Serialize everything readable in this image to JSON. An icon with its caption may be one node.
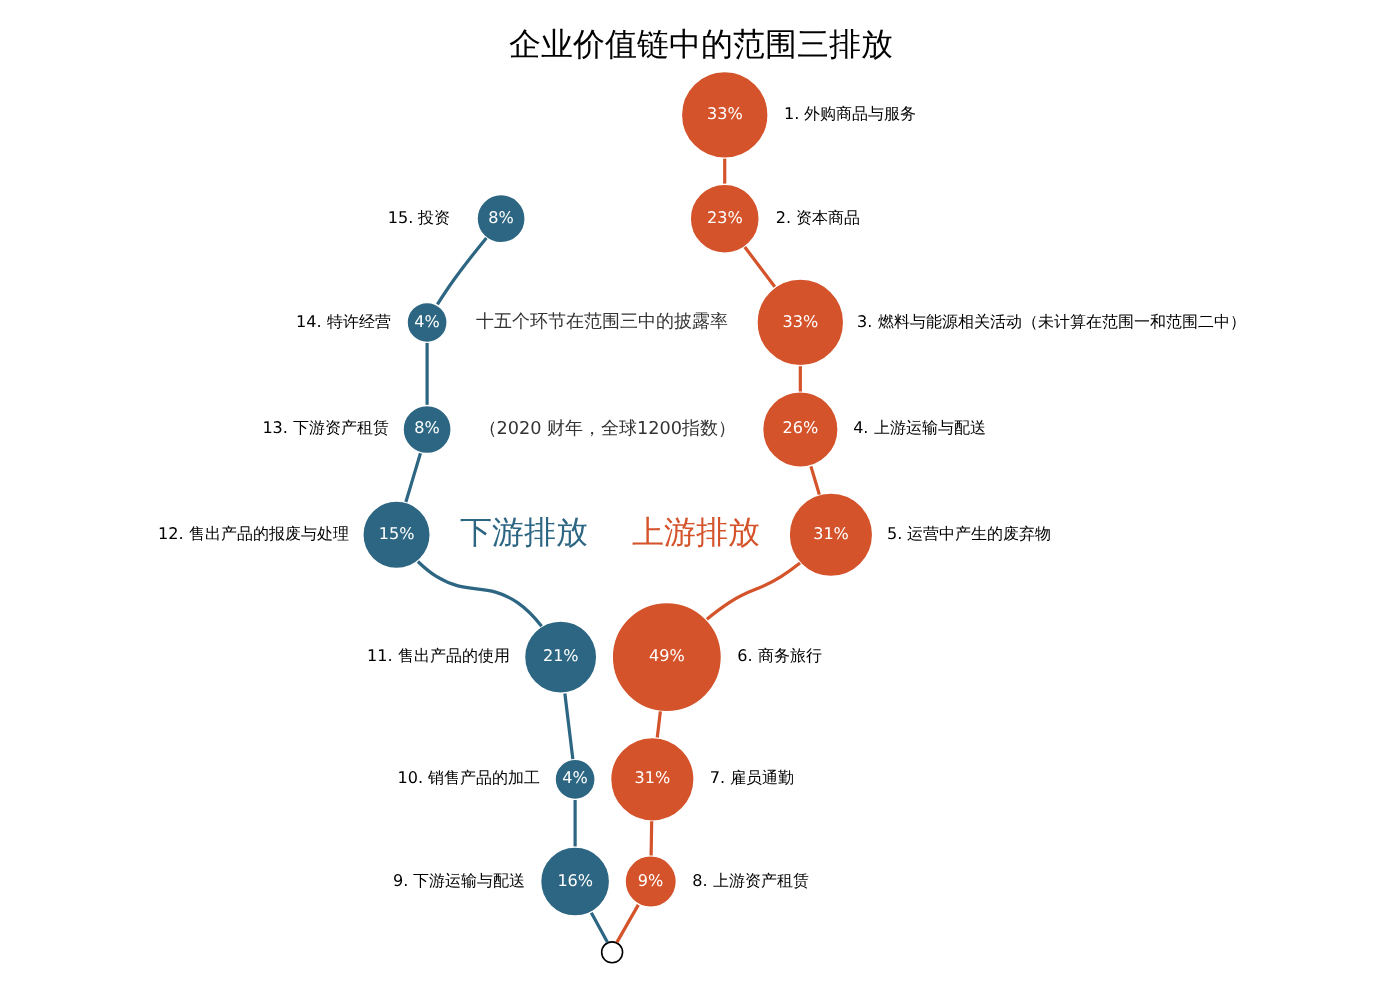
{
  "diagram": {
    "title": "企业价值链中的范围三排放",
    "nodes": [
      {
        "text": [
          "33%"
        ],
        "beside": [
          "1. 外购商品与服务"
        ]
      },
      {
        "text": [
          "23%"
        ],
        "beside": [
          "2. 资本商品"
        ]
      },
      {
        "text": [
          "33%"
        ],
        "beside": [
          "3. 燃料与能源相关活动（未计算在范围一和范围二中）"
        ]
      },
      {
        "text": [
          "26%"
        ],
        "beside": [
          "4. 上游运输与配送"
        ]
      },
      {
        "text": [
          "31%"
        ],
        "beside": [
          "5. 运营中产生的废弃物"
        ]
      },
      {
        "text": [
          "49%"
        ],
        "beside": [
          "6. 商务旅行"
        ]
      },
      {
        "text": [
          "31%"
        ],
        "beside": [
          "7. 雇员通勤"
        ]
      },
      {
        "text": [
          "9%"
        ],
        "beside": [
          "8. 上游资产租赁"
        ]
      },
      {
        "text": [
          "16%"
        ],
        "beside": [
          "9. 下游运输与配送"
        ]
      },
      {
        "text": [
          "4%"
        ],
        "beside": [
          "10. 销售产品的加工"
        ]
      },
      {
        "text": [
          "21%"
        ],
        "beside": [
          "11. 售出产品的使用"
        ]
      },
      {
        "text": [
          "15%"
        ],
        "beside": [
          "12. 售出产品的报废与处理"
        ]
      },
      {
        "text": [
          "8%"
        ],
        "beside": [
          "13. 下游资产租赁"
        ]
      },
      {
        "text": [
          "4%"
        ],
        "beside": [
          "14. 特许经营"
        ]
      },
      {
        "text": [
          "8%"
        ],
        "beside": [
          "15. 投资"
        ]
      },
      {
        "text": [],
        "shape": "circle"
      }
    ],
    "edges": [
      {
        "from": 15,
        "to": 7,
        "arrow": "none",
        "color": "#d4532a"
      },
      {
        "from": 7,
        "to": 6,
        "arrow": "none",
        "color": "#d4532a"
      },
      {
        "from": 6,
        "to": 5,
        "arrow": "none",
        "color": "#d4532a"
      },
      {
        "from": 5,
        "to": 4,
        "arrow": "none",
        "color": "#d4532a"
      },
      {
        "from": 4,
        "to": 3,
        "arrow": "none",
        "color": "#d4532a"
      },
      {
        "from": 3,
        "to": 2,
        "arrow": "none",
        "color": "#d4532a"
      },
      {
        "from": 2,
        "to": 1,
        "arrow": "none",
        "color": "#d4532a"
      },
      {
        "from": 1,
        "to": 0,
        "arrow": "none",
        "color": "#d4532a"
      },
      {
        "from": 15,
        "to": 8,
        "arrow": "none",
        "color": "#2d6682"
      },
      {
        "from": 8,
        "to": 9,
        "arrow": "none",
        "color": "#2d6682"
      },
      {
        "from": 9,
        "to": 10,
        "arrow": "none",
        "color": "#2d6682"
      },
      {
        "from": 10,
        "to": 11,
        "arrow": "none",
        "color": "#2d6682"
      },
      {
        "from": 11,
        "to": 12,
        "arrow": "none",
        "color": "#2d6682"
      },
      {
        "from": 12,
        "to": 13,
        "arrow": "none",
        "color": "#2d6682"
      },
      {
        "from": 13,
        "to": 14,
        "arrow": "none",
        "color": "#2d6682"
      }
    ],
    "labels": [
      "十五个环节在范围三中的披露率",
      "（2020 财年，全球1200指数）",
      "下游排放",
      "上游排放"
    ]
  }
}
